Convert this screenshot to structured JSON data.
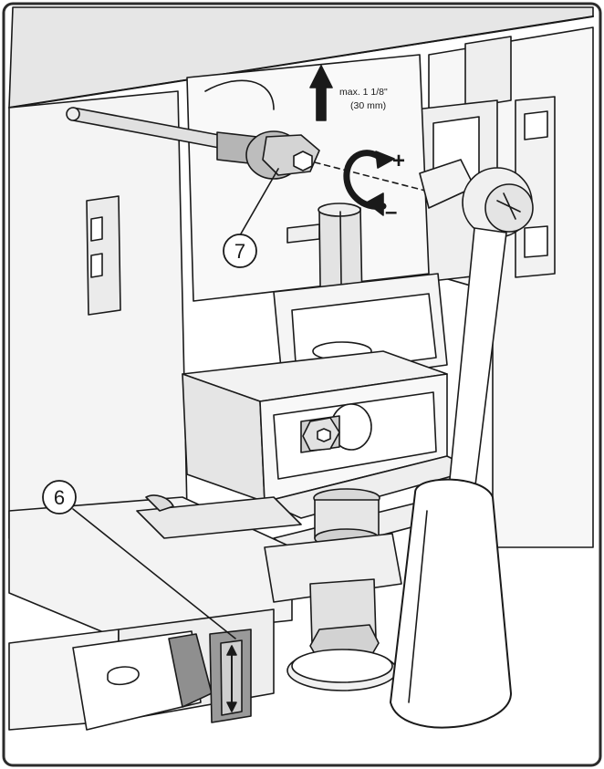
{
  "diagram": {
    "callouts": [
      {
        "id": "callout-6",
        "label": "6"
      },
      {
        "id": "callout-7",
        "label": "7"
      }
    ],
    "height_note": {
      "line1": "max. 1 1/8\"",
      "line2": "(30 mm)"
    },
    "rotation": {
      "plus": "+",
      "minus": "–"
    },
    "colors": {
      "stroke": "#1a1a1a",
      "light_fill": "#f2f2f2",
      "mid_fill": "#d9d9d9",
      "dark_fill": "#8f8f8f",
      "frame": "#2b2b2b"
    },
    "icons": [
      "up-arrow-icon",
      "rotation-arrow-icon",
      "ratchet-wrench-icon",
      "level-gauge-icon"
    ]
  }
}
